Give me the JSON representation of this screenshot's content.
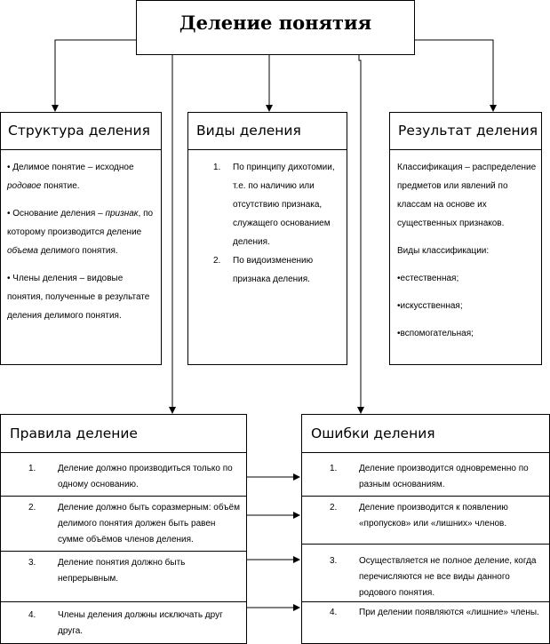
{
  "title": "Деление понятия",
  "structure": {
    "heading": "Структура деления",
    "items": [
      {
        "a": "• Делимое понятие – исходное ",
        "b": "родовое",
        "c": " понятие."
      },
      {
        "a": "• Основание деления – ",
        "b": "признак",
        "c": ", по которому производится деление ",
        "d": "объема",
        "e": " делимого понятия."
      },
      {
        "a": "• Члены деления – видовые понятия, полученные в результате деления делимого понятия."
      }
    ]
  },
  "types": {
    "heading": "Виды деления",
    "items": [
      {
        "n": "1.",
        "text": "По принципу дихотомии, т.е. по наличию или отсутствию признака, служащего основанием деления."
      },
      {
        "n": "2.",
        "text": "По видоизменению признака деления."
      }
    ]
  },
  "result": {
    "heading": "Результат деления",
    "definition": "Классификация – распределение предметов или явлений по классам на основе их существенных признаков.",
    "kinds_label": "Виды классификации:",
    "kinds": [
      "•естественная;",
      "•искусственная;",
      "•вспомогательная;"
    ]
  },
  "rules": {
    "heading": "Правила деление",
    "items": [
      {
        "n": "1.",
        "text": "Деление должно производиться только по одному основанию."
      },
      {
        "n": "2.",
        "text": "Деление должно быть соразмерным: объём делимого понятия должен быть равен сумме объёмов членов деления."
      },
      {
        "n": "3.",
        "text": "Деление понятия должно быть непрерывным."
      },
      {
        "n": "4.",
        "text": "Члены деления должны исключать друг друга."
      }
    ]
  },
  "errors": {
    "heading": "Ошибки деления",
    "items": [
      {
        "n": "1.",
        "text": "Деление производится одновременно по разным основаниям."
      },
      {
        "n": "2.",
        "text": "Деление производится к появлению «пропусков» или «лишних» членов."
      },
      {
        "n": "3.",
        "text": "Осуществляется не полное деление, когда перечисляются не все виды данного родового понятия."
      },
      {
        "n": "4.",
        "text": "При делении появляются «лишние» члены."
      }
    ]
  }
}
